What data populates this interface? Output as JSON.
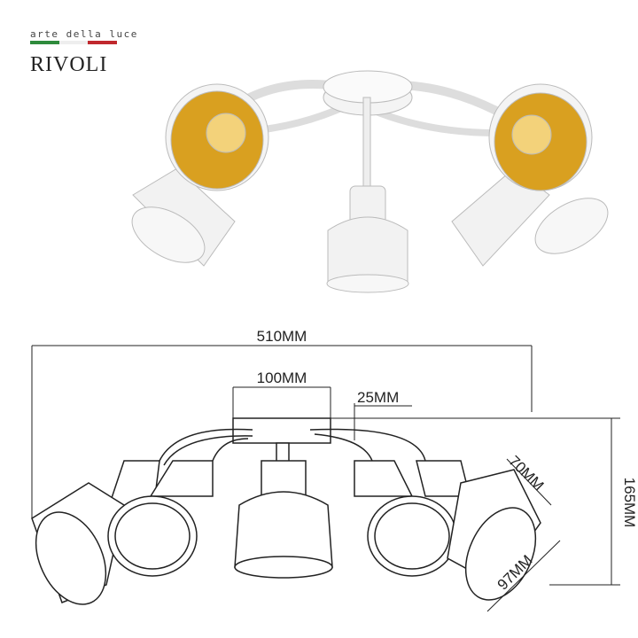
{
  "logo": {
    "tagline": "arte della luce",
    "brand": "RIVOLI",
    "flag_colors": [
      "#2e8b3c",
      "#ffffff",
      "#c0282d"
    ]
  },
  "colors": {
    "shade_white": "#f2f2f2",
    "shade_gold": "#d9a020",
    "line": "#222222"
  },
  "dimensions": {
    "total_width": "510MM",
    "base_diameter": "100MM",
    "base_height": "25MM",
    "total_height": "165MM",
    "shade_depth": "70MM",
    "shade_diameter": "97MM"
  }
}
